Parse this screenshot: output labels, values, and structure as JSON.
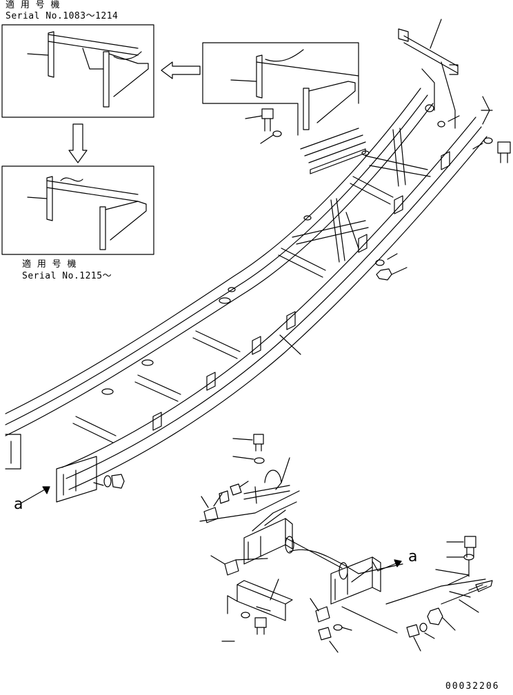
{
  "notes": {
    "top_label": "適 用 号 機",
    "top_serial": "Serial No.1083～1214",
    "bottom_label": "適 用 号 機",
    "bottom_serial": "Serial No.1215～"
  },
  "view_marks": {
    "arrow_a_left": "a",
    "arrow_a_right": "a"
  },
  "drawing_number": "00032206"
}
